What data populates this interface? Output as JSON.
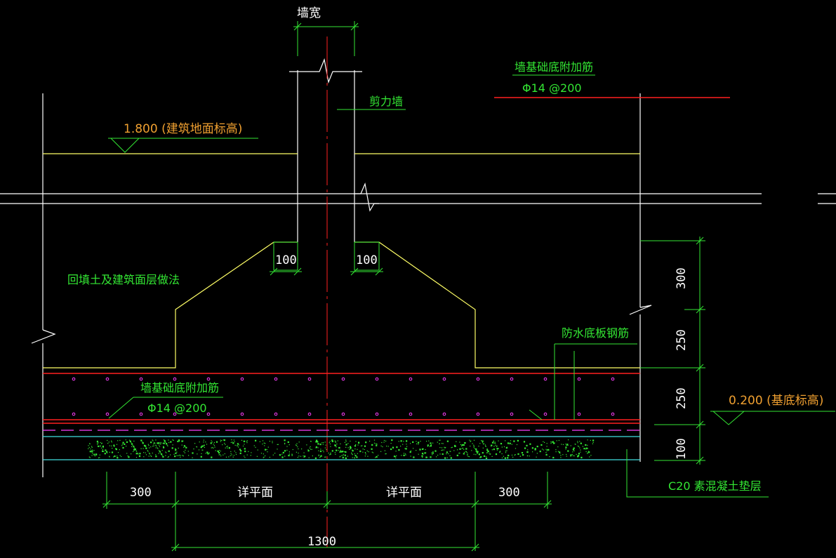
{
  "colors": {
    "background": "#000000",
    "outline_yellow": "#ffff66",
    "rebar_red": "#ff2020",
    "dimension_green": "#33e633",
    "label_green": "#33e633",
    "elevation_orange": "#f0a030",
    "waterproof_magenta": "#ff40ff",
    "cushion_cyan": "#40e0e0",
    "line_white": "#ffffff"
  },
  "labels": {
    "wall_width": "墙宽",
    "shear_wall": "剪力墙",
    "top_additional_rebar_title": "墙基础底附加筋",
    "top_additional_rebar_spec": "Φ14 @200",
    "bottom_additional_rebar_title": "墙基础底附加筋",
    "bottom_additional_rebar_spec": "Φ14 @200",
    "ground_elevation": "1.800 (建筑地面标高)",
    "backfill": "回填土及建筑面层做法",
    "waterproof_slab_rebar": "防水底板钢筋",
    "base_elevation": "0.200 (基底标高)",
    "cushion": "C20 素混凝土垫层"
  },
  "dimensions": {
    "corbel_left": "100",
    "corbel_right": "100",
    "right_300": "300",
    "right_250_upper": "250",
    "right_250_lower": "250",
    "right_100": "100",
    "bottom_300_left": "300",
    "bottom_detail_left": "详平面",
    "bottom_detail_right": "详平面",
    "bottom_300_right": "300",
    "bottom_total": "1300"
  }
}
